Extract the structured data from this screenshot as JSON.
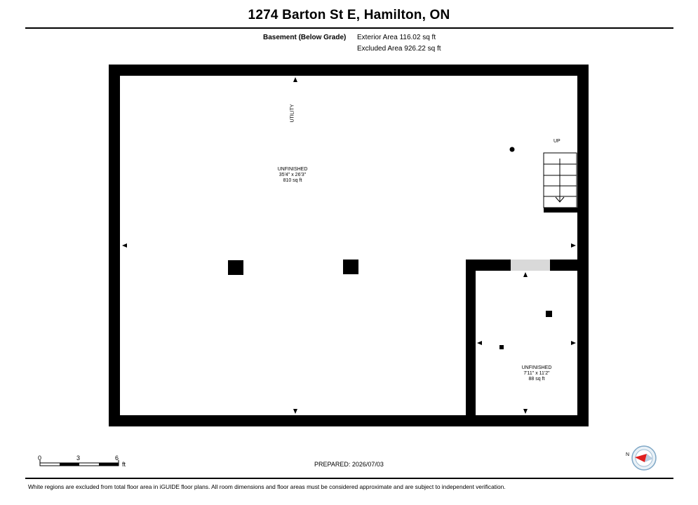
{
  "header": {
    "title": "1274 Barton St E, Hamilton, ON"
  },
  "level": {
    "name": "Basement (Below Grade)",
    "exterior_area": "Exterior Area 116.02 sq ft",
    "excluded_area": "Excluded Area 926.22 sq ft"
  },
  "rooms": [
    {
      "name": "UNFINISHED",
      "dimensions": "35'4\" x 26'3\"",
      "area": "810 sq ft"
    },
    {
      "name": "UNFINISHED",
      "dimensions": "7'11\" x 11'2\"",
      "area": "88 sq ft"
    }
  ],
  "labels": {
    "utility": "UTILITY",
    "stairs": "UP"
  },
  "scale": {
    "ticks": [
      "0",
      "3",
      "6"
    ],
    "unit": "ft"
  },
  "compass": {
    "north": "N"
  },
  "prepared": "PREPARED: 2026/07/03",
  "footer": "White regions are excluded from total floor area in iGUIDE floor plans. All room dimensions and floor areas must be considered approximate and are subject to independent verification."
}
